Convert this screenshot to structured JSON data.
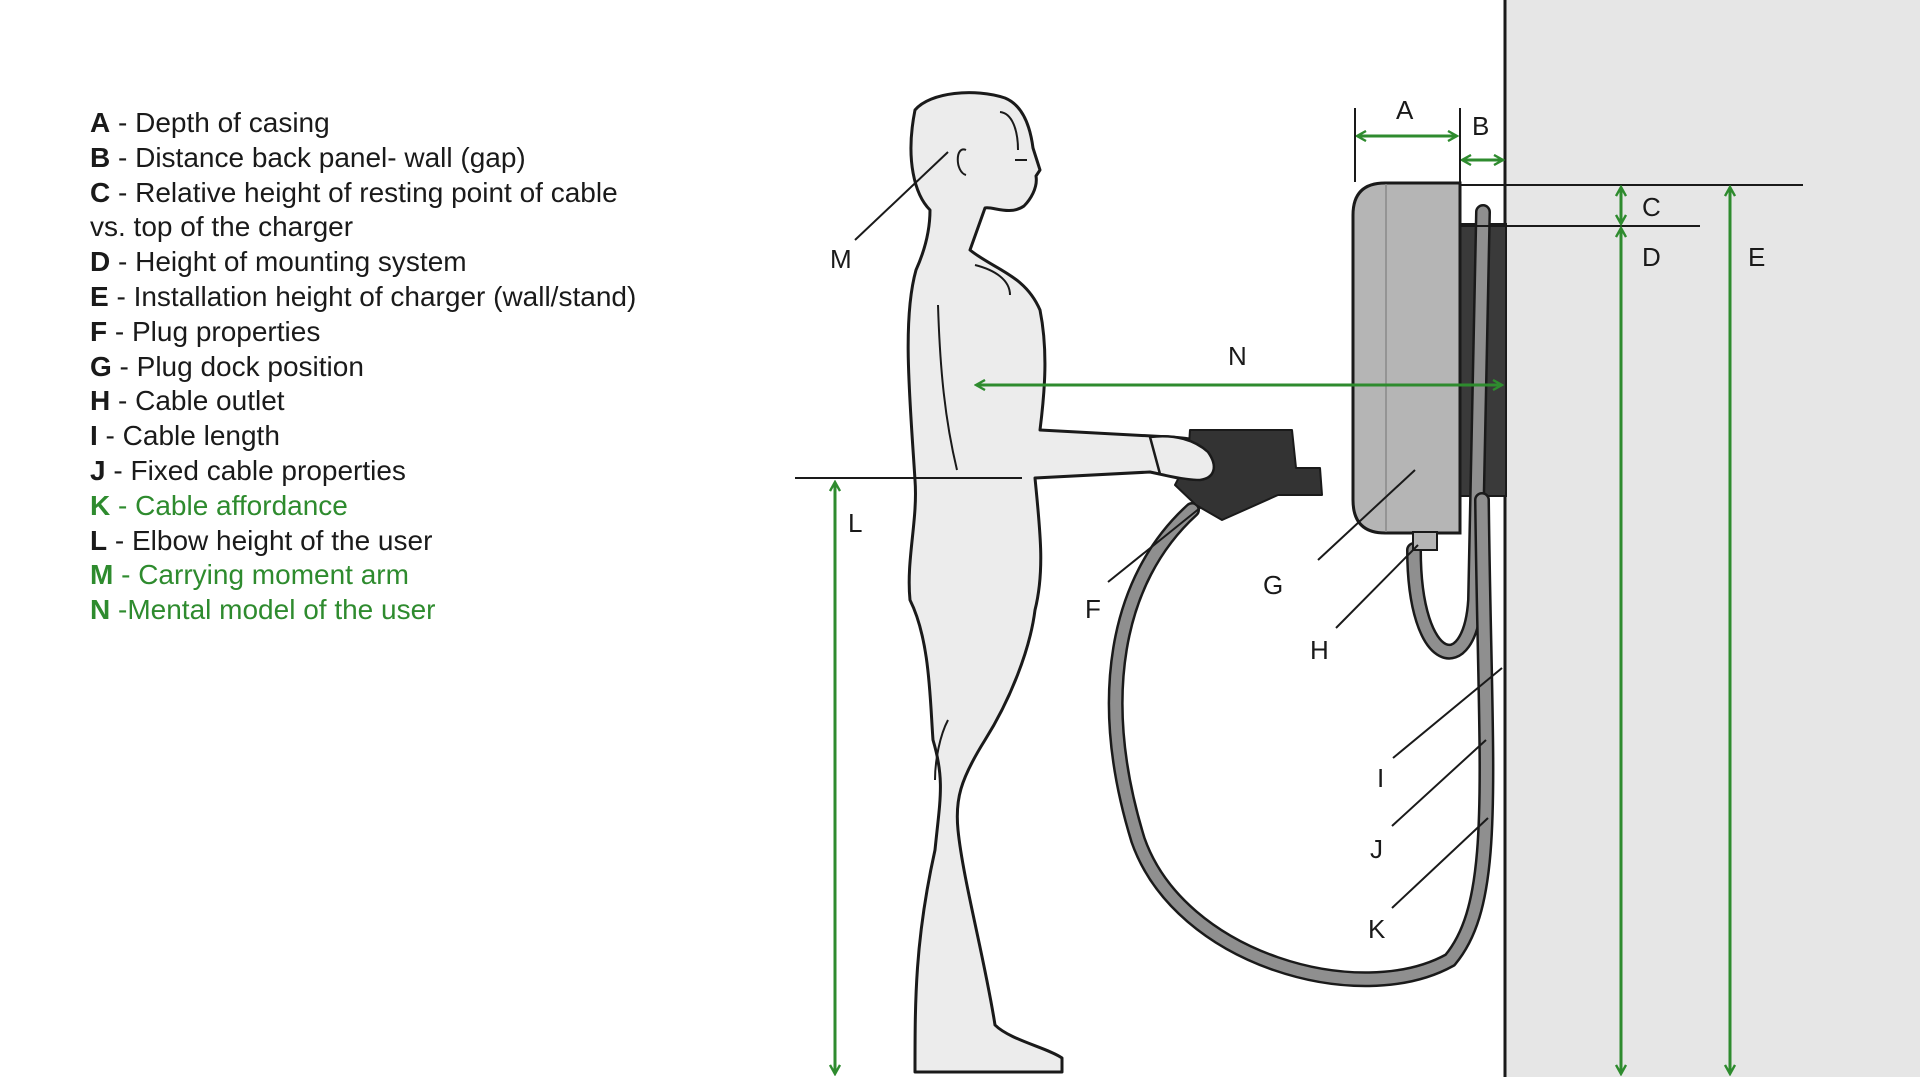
{
  "colors": {
    "accent_green": "#2e8b2e",
    "outline": "#1a1a1a",
    "body_fill": "#ececec",
    "wall_fill": "#e6e6e6",
    "casing_fill": "#b5b5b5",
    "mount_fill": "#3a3a3a",
    "plug_fill": "#333333",
    "cable_stroke": "#8f8f8f"
  },
  "legend": [
    {
      "key": "A",
      "text": " - Depth of casing",
      "highlight": false
    },
    {
      "key": "B",
      "text": " - Distance back panel- wall (gap)",
      "highlight": false
    },
    {
      "key": "C",
      "text": " - Relative height of resting point of cable vs. top of the charger",
      "highlight": false
    },
    {
      "key": "D",
      "text": " - Height of mounting system",
      "highlight": false
    },
    {
      "key": "E",
      "text": " - Installation height of charger (wall/stand)",
      "highlight": false
    },
    {
      "key": "F",
      "text": " - Plug properties",
      "highlight": false
    },
    {
      "key": "G",
      "text": " - Plug dock position",
      "highlight": false
    },
    {
      "key": "H",
      "text": " - Cable outlet",
      "highlight": false
    },
    {
      "key": "I",
      "text": " - Cable length",
      "highlight": false
    },
    {
      "key": "J",
      "text": " - Fixed cable properties",
      "highlight": false
    },
    {
      "key": "K",
      "text": " - Cable affordance",
      "highlight": true
    },
    {
      "key": "L",
      "text": " - Elbow height of the user",
      "highlight": false
    },
    {
      "key": "M",
      "text": " - Carrying moment arm",
      "highlight": true
    },
    {
      "key": "N",
      "text": " -Mental model of the user",
      "highlight": true
    }
  ],
  "diagram_labels": {
    "A": "A",
    "B": "B",
    "C": "C",
    "D": "D",
    "E": "E",
    "F": "F",
    "G": "G",
    "H": "H",
    "I": "I",
    "J": "J",
    "K": "K",
    "L": "L",
    "M": "M",
    "N": "N"
  }
}
